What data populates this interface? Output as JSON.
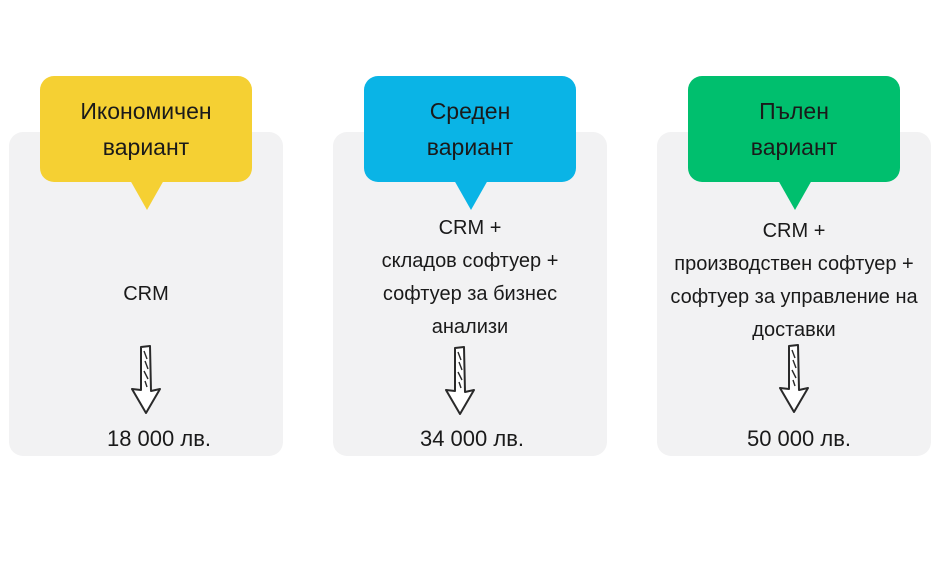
{
  "colors": {
    "economy": "#f5d033",
    "medium": "#0ab4e6",
    "full": "#00bf6e",
    "card_bg": "#f2f2f3"
  },
  "plans": [
    {
      "title": "Икономичен\nвариант",
      "description": "CRM",
      "price": "18 000 лв."
    },
    {
      "title": "Среден\nвариант",
      "description": "CRM +\nскладов софтуер +\nсофтуер за бизнес\nанализи",
      "price": "34 000 лв."
    },
    {
      "title": "Пълен\nвариант",
      "description": "CRM +\nпроизводствен софтуер +\nсофтуер за управление на\nдоставки",
      "price": "50 000 лв."
    }
  ],
  "icons": {
    "arrow": "down-arrow-icon"
  }
}
